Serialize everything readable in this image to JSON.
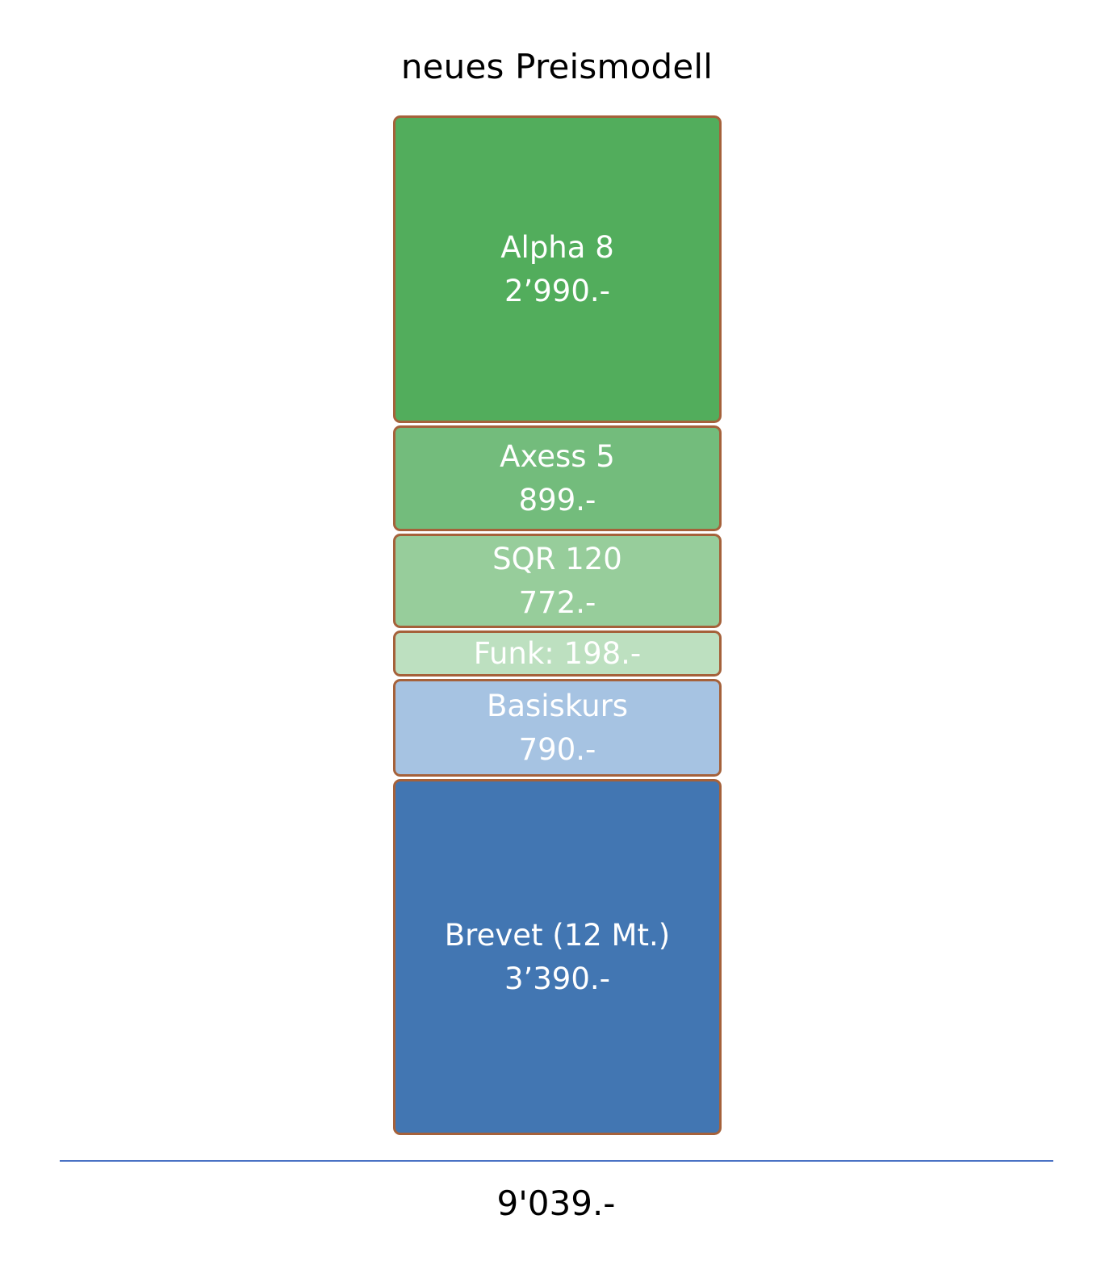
{
  "chart_data": {
    "type": "bar",
    "title": "neues Preismodell",
    "layout": "single stacked column",
    "segments": [
      {
        "name": "Alpha 8",
        "value_label": "2’990.-",
        "value": 2990,
        "color": "#52ad5c"
      },
      {
        "name": "Axess 5",
        "value_label": "899.-",
        "value": 899,
        "color": "#73bc7c"
      },
      {
        "name": "SQR 120",
        "value_label": "772.-",
        "value": 772,
        "color": "#97cd9b"
      },
      {
        "name": "Funk",
        "value_label": "Funk: 198.-",
        "value": 198,
        "color": "#bde0c0"
      },
      {
        "name": "Basiskurs",
        "value_label": "790.-",
        "value": 790,
        "color": "#a6c3e2"
      },
      {
        "name": "Brevet (12 Mt.)",
        "value_label": "3’390.-",
        "value": 3390,
        "color": "#4276b2"
      }
    ],
    "total_label": "9'039.-",
    "total": 9039,
    "border_color": "#a5613a",
    "baseline_color": "#4a72c4"
  }
}
